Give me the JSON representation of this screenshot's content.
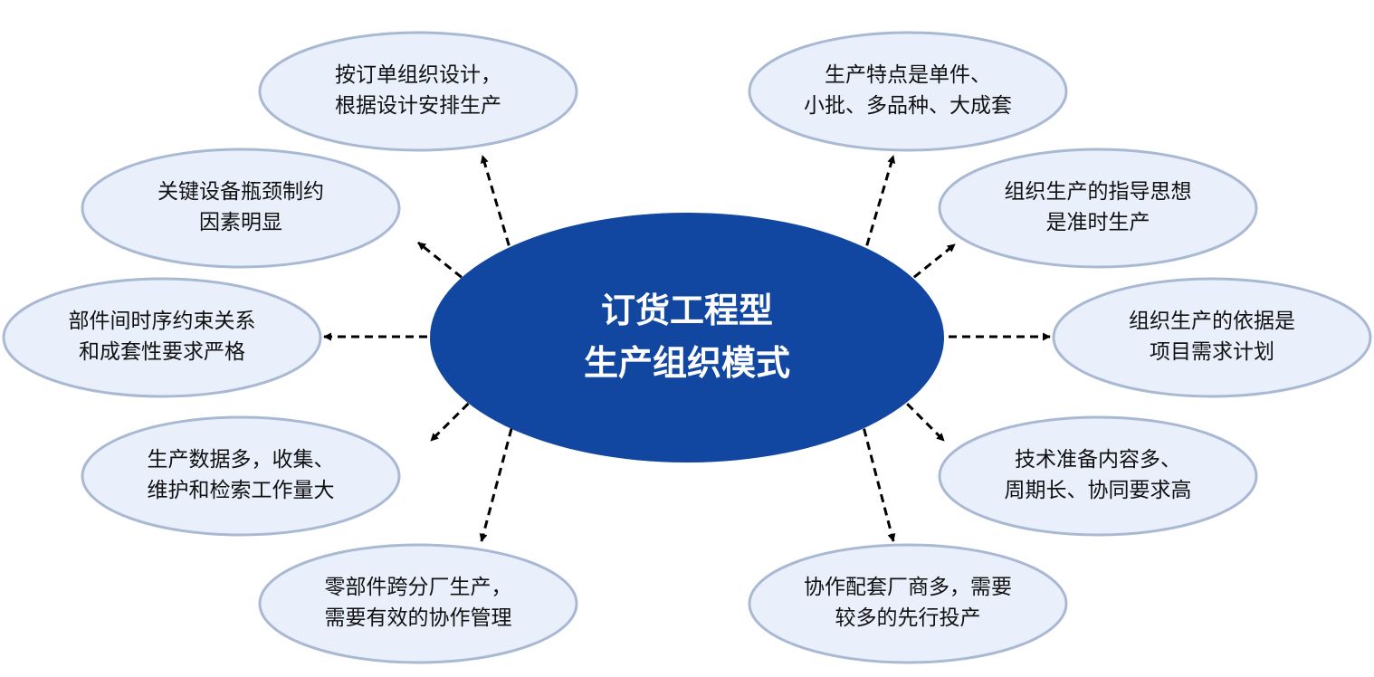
{
  "colors": {
    "center_fill": "#1147a0",
    "node_fill": "#e9f0fb",
    "node_stroke": "#a9b9d4",
    "arrow": "#000000"
  },
  "center": {
    "line1": "订货工程型",
    "line2": "生产组织模式"
  },
  "nodes": {
    "top_left": {
      "line1": "按订单组织设计，",
      "line2": "根据设计安排生产"
    },
    "upper_left": {
      "line1": "关键设备瓶颈制约",
      "line2": "因素明显"
    },
    "mid_left": {
      "line1": "部件间时序约束关系",
      "line2": "和成套性要求严格"
    },
    "lower_left": {
      "line1": "生产数据多，收集、",
      "line2": "维护和检索工作量大"
    },
    "bottom_left": {
      "line1": "零部件跨分厂生产，",
      "line2": "需要有效的协作管理"
    },
    "top_right": {
      "line1": "生产特点是单件、",
      "line2": "小批、多品种、大成套"
    },
    "upper_right": {
      "line1": "组织生产的指导思想",
      "line2": "是准时生产"
    },
    "mid_right": {
      "line1": "组织生产的依据是",
      "line2": "项目需求计划"
    },
    "lower_right": {
      "line1": "技术准备内容多、",
      "line2": "周期长、协同要求高"
    },
    "bottom_right": {
      "line1": "协作配套厂商多，需要",
      "line2": "较多的先行投产"
    }
  }
}
